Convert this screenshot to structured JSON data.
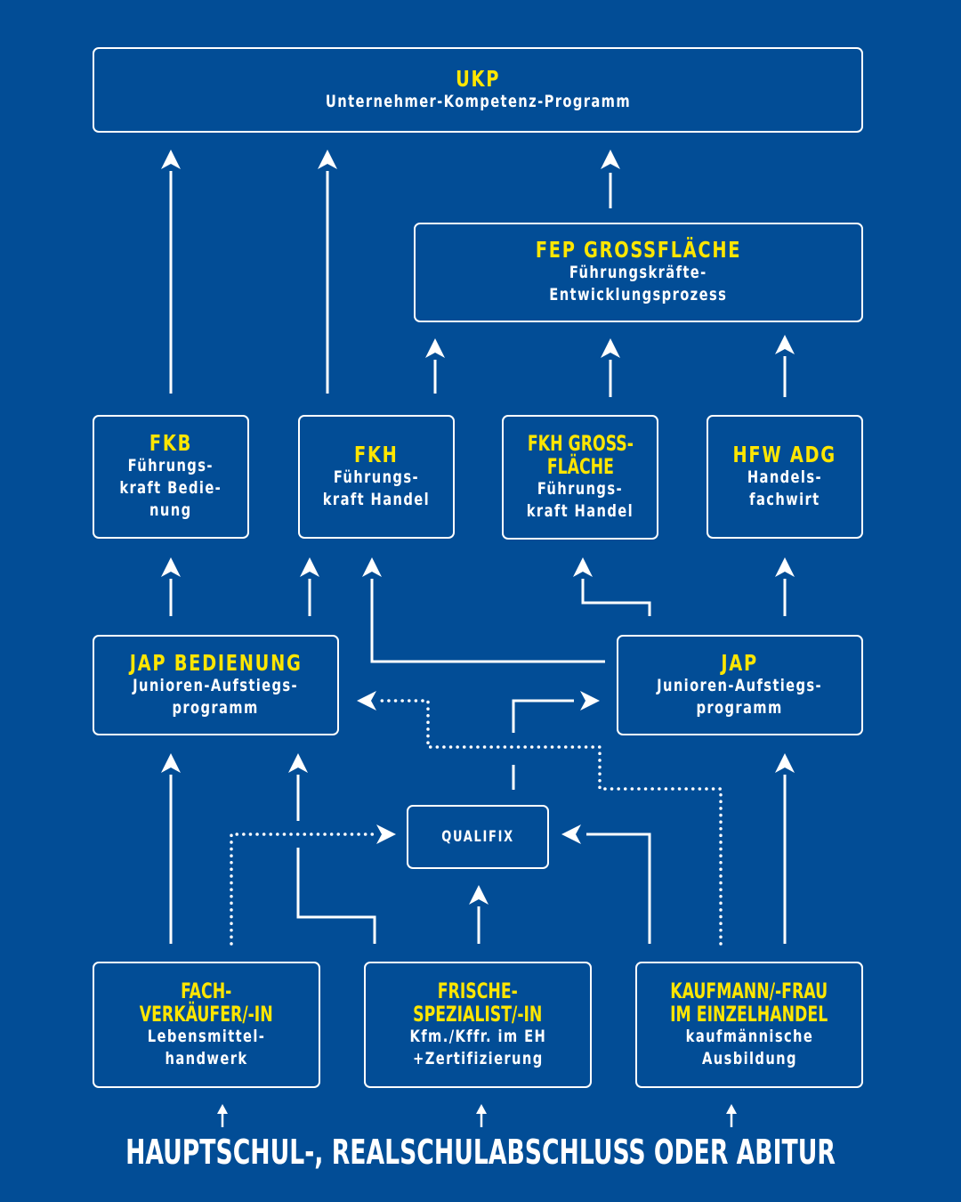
{
  "colors": {
    "background": "#024d96",
    "title": "#ffe600",
    "text": "#ffffff",
    "lines": "#ffffff"
  },
  "boxes": {
    "ukp": {
      "title": "UKP",
      "subtitle": "Unternehmer-Kompetenz-Programm"
    },
    "fep": {
      "title": "FEP GROSSFLÄCHE",
      "subtitle": "Führungskräfte-\nEntwicklungsprozess"
    },
    "fkb": {
      "title": "FKB",
      "subtitle": "Führungs-\nkraft Bedie-\nnung"
    },
    "fkh": {
      "title": "FKH",
      "subtitle": "Führungs-\nkraft Handel"
    },
    "fkh_gross": {
      "title": "FKH GROSS-\nFLÄCHE",
      "subtitle": "Führungs-\nkraft Handel"
    },
    "hfw": {
      "title": "HFW ADG",
      "subtitle": "Handels-\nfachwirt"
    },
    "jap_bedienung": {
      "title": "JAP BEDIENUNG",
      "subtitle": "Junioren-Aufstiegs-\nprogramm"
    },
    "jap": {
      "title": "JAP",
      "subtitle": "Junioren-Aufstiegs-\nprogramm"
    },
    "qualifix": {
      "title": "QUALIFIX"
    },
    "fachverkaeufer": {
      "title": "FACH-\nVERKÄUFER/-IN",
      "subtitle": "Lebensmittel-\nhandwerk"
    },
    "frische": {
      "title": "FRISCHE-\nSPEZIALIST/-IN",
      "subtitle": "Kfm./Kffr. im EH\n+Zertifizierung"
    },
    "kaufmann": {
      "title": "KAUFMANN/-FRAU\nIM EINZELHANDEL",
      "subtitle": "kaufmännische\nAusbildung"
    }
  },
  "footer": {
    "label": "HAUPTSCHUL-, REALSCHULABSCHLUSS ODER ABITUR"
  },
  "connections": [
    {
      "from": "fkb",
      "to": "ukp",
      "style": "solid"
    },
    {
      "from": "fkh",
      "to": "ukp",
      "style": "solid"
    },
    {
      "from": "fep",
      "to": "ukp",
      "style": "solid"
    },
    {
      "from": "fkh",
      "to": "fep",
      "style": "solid"
    },
    {
      "from": "fkh_gross",
      "to": "fep",
      "style": "solid"
    },
    {
      "from": "hfw",
      "to": "fep",
      "style": "solid"
    },
    {
      "from": "jap_bedienung",
      "to": "fkb",
      "style": "solid"
    },
    {
      "from": "jap_bedienung",
      "to": "fkh",
      "style": "solid"
    },
    {
      "from": "jap",
      "to": "fkh",
      "style": "solid"
    },
    {
      "from": "jap",
      "to": "fkh_gross",
      "style": "solid"
    },
    {
      "from": "jap",
      "to": "hfw",
      "style": "solid"
    },
    {
      "from": "kaufmann",
      "to": "jap_bedienung",
      "style": "dotted"
    },
    {
      "from": "qualifix",
      "to": "jap",
      "style": "solid"
    },
    {
      "from": "fachverkaeufer",
      "to": "jap_bedienung",
      "style": "solid"
    },
    {
      "from": "frische",
      "to": "jap_bedienung",
      "style": "solid"
    },
    {
      "from": "fachverkaeufer",
      "to": "qualifix",
      "style": "dotted"
    },
    {
      "from": "frische",
      "to": "qualifix",
      "style": "solid"
    },
    {
      "from": "kaufmann",
      "to": "qualifix",
      "style": "solid"
    },
    {
      "from": "kaufmann",
      "to": "jap",
      "style": "solid"
    },
    {
      "from": "footer",
      "to": "fachverkaeufer",
      "style": "thin"
    },
    {
      "from": "footer",
      "to": "frische",
      "style": "thin"
    },
    {
      "from": "footer",
      "to": "kaufmann",
      "style": "thin"
    }
  ]
}
